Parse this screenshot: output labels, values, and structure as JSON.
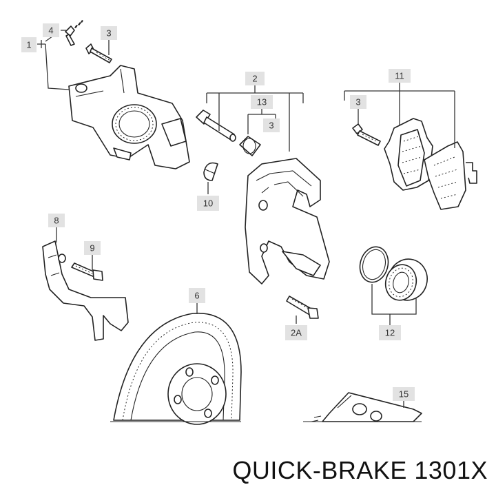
{
  "labels": {
    "l1": "1",
    "l2": "2",
    "l2a": "2A",
    "l3a": "3",
    "l3b": "3",
    "l3c": "3",
    "l4": "4",
    "l6": "6",
    "l8": "8",
    "l9": "9",
    "l10": "10",
    "l11": "11",
    "l12": "12",
    "l13": "13",
    "l15": "15"
  },
  "caption": "QUICK-BRAKE 1301X"
}
